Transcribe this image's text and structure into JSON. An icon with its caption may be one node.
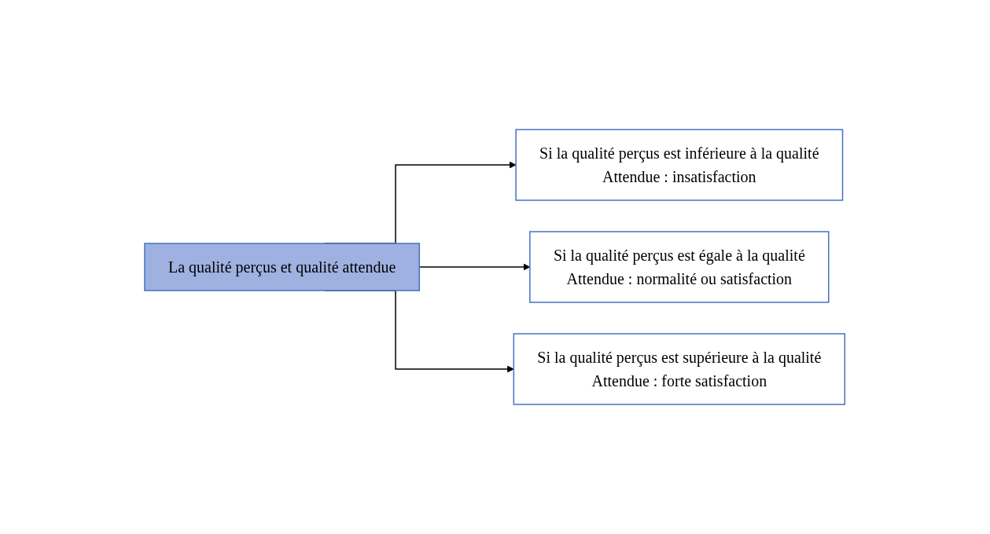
{
  "diagram": {
    "nodes": [
      {
        "text": [
          "La qualité perçus et qualité attendue"
        ]
      },
      {
        "text": [
          "Si la qualité perçus est inférieure à la qualité",
          "Attendue : insatisfaction"
        ]
      },
      {
        "text": [
          "Si la qualité perçus est égale à la qualité",
          "Attendue : normalité ou satisfaction"
        ]
      },
      {
        "text": [
          "Si la qualité perçus est supérieure à la qualité",
          "Attendue : forte satisfaction"
        ]
      }
    ],
    "edges": [
      {
        "from": 0,
        "to": 1,
        "arrow": "to"
      },
      {
        "from": 0,
        "to": 2,
        "arrow": "to"
      },
      {
        "from": 0,
        "to": 3,
        "arrow": "to"
      }
    ]
  }
}
